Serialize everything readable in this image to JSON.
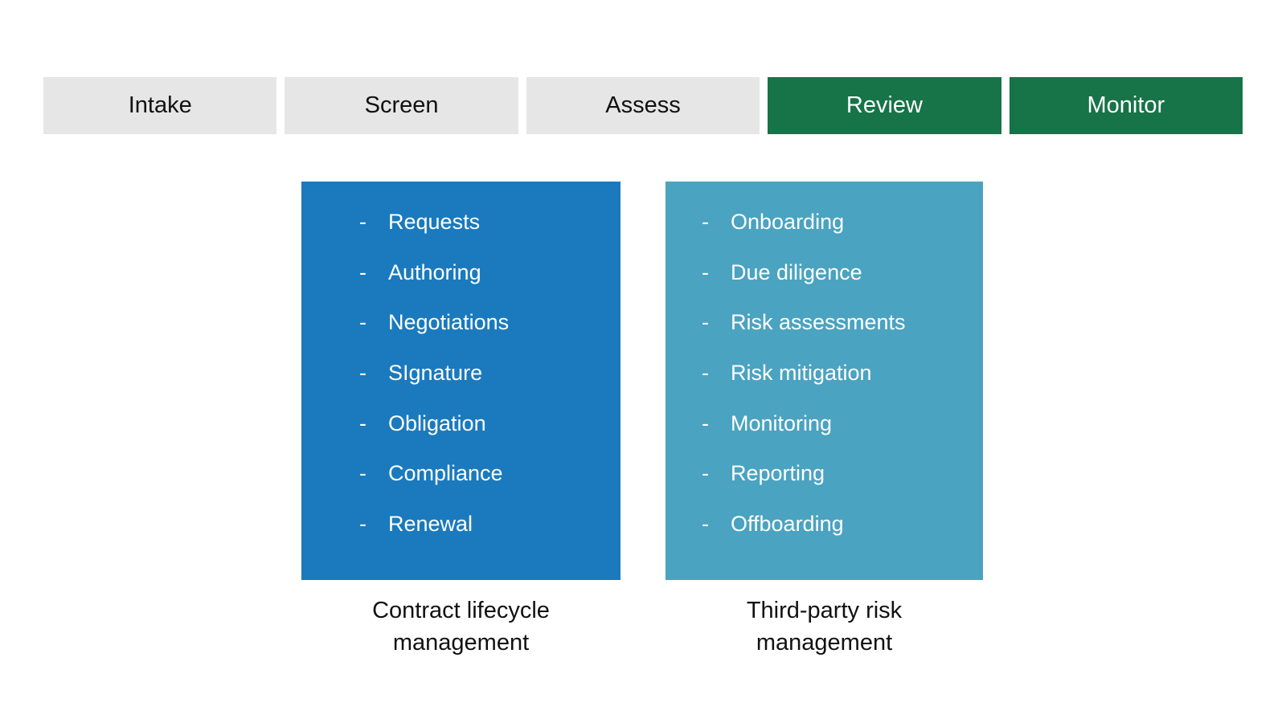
{
  "bullet": "-",
  "stages": [
    {
      "label": "Intake",
      "active": false
    },
    {
      "label": "Screen",
      "active": false
    },
    {
      "label": "Assess",
      "active": false
    },
    {
      "label": "Review",
      "active": true
    },
    {
      "label": "Monitor",
      "active": true
    }
  ],
  "panels": [
    {
      "title": "Contract lifecycle management",
      "items": [
        "Requests",
        "Authoring",
        "Negotiations",
        "SIgnature",
        "Obligation",
        "Compliance",
        "Renewal"
      ]
    },
    {
      "title": "Third-party risk management",
      "items": [
        "Onboarding",
        "Due diligence",
        "Risk assessments",
        "Risk mitigation",
        "Monitoring",
        "Reporting",
        "Offboarding"
      ]
    }
  ],
  "colors": {
    "stage_inactive_bg": "#E6E6E6",
    "stage_inactive_text": "#111111",
    "stage_active_bg": "#177348",
    "stage_active_text": "#FFFFFF",
    "panel_contract_bg": "#1A7ABD",
    "panel_thirdparty_bg": "#4AA3C0",
    "panel_text": "#FFFFFF",
    "caption_text": "#111111",
    "background": "#FFFFFF"
  }
}
